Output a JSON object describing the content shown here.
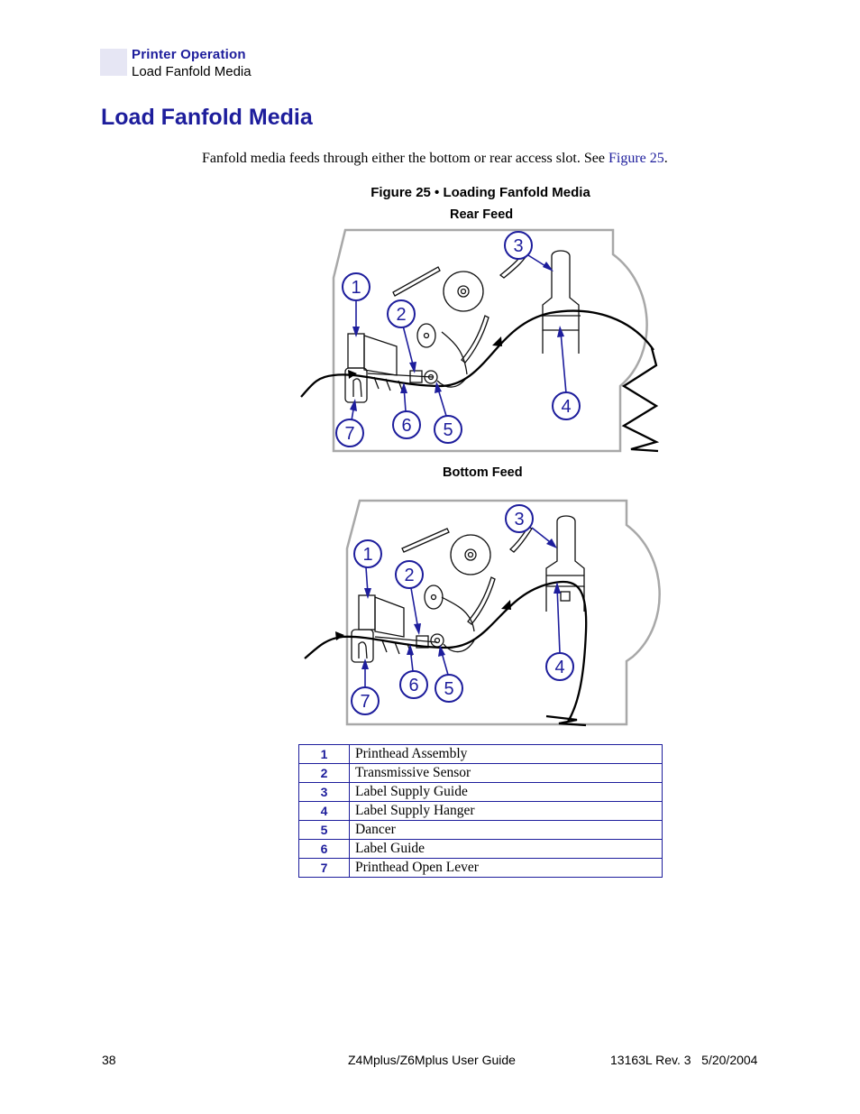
{
  "header": {
    "section": "Printer Operation",
    "subsection": "Load Fanfold Media"
  },
  "page_title": "Load Fanfold Media",
  "intro": {
    "text": "Fanfold media feeds through either the bottom or rear access slot. See ",
    "link": "Figure 25",
    "end": "."
  },
  "figure": {
    "title": "Figure 25 • Loading Fanfold Media",
    "rear_label": "Rear Feed",
    "bottom_label": "Bottom Feed",
    "callouts": [
      "1",
      "2",
      "3",
      "4",
      "5",
      "6",
      "7"
    ]
  },
  "legend": [
    {
      "num": "1",
      "label": "Printhead Assembly"
    },
    {
      "num": "2",
      "label": "Transmissive Sensor"
    },
    {
      "num": "3",
      "label": "Label Supply Guide"
    },
    {
      "num": "4",
      "label": "Label Supply Hanger"
    },
    {
      "num": "5",
      "label": "Dancer"
    },
    {
      "num": "6",
      "label": "Label Guide"
    },
    {
      "num": "7",
      "label": "Printhead Open Lever"
    }
  ],
  "footer": {
    "page": "38",
    "guide": "Z4Mplus/Z6Mplus User Guide",
    "rev": "13163L Rev. 3   5/20/2004"
  },
  "colors": {
    "accent": "#1d1d9c",
    "frame": "#a8a8a8"
  }
}
